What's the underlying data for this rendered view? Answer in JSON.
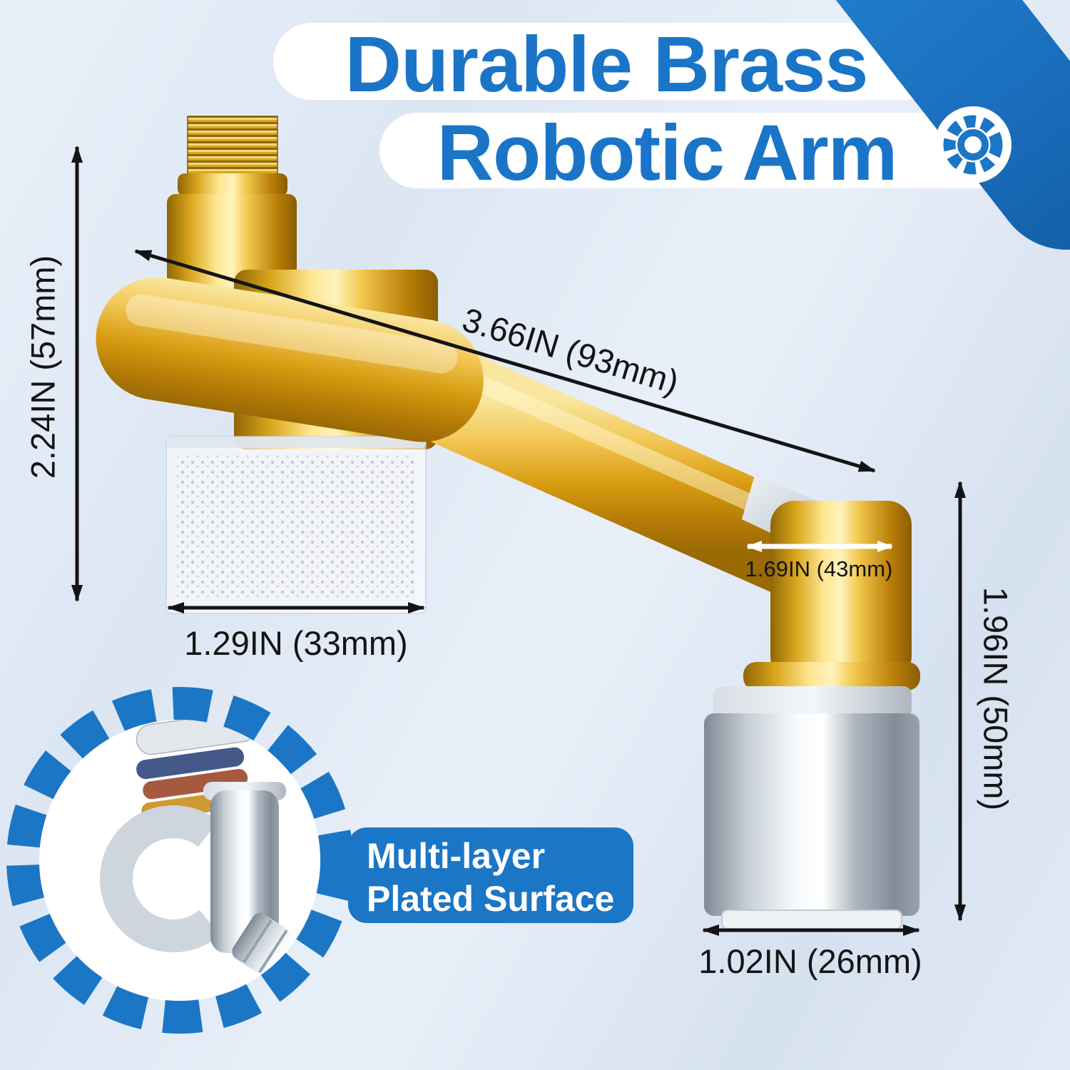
{
  "title": {
    "line1": "Durable Brass",
    "line2": "Robotic Arm"
  },
  "dimensions": {
    "height": "2.24IN (57mm)",
    "length": "3.66IN (93mm)",
    "filter_width": "1.29IN (33mm)",
    "joint_width": "1.69IN (43mm)",
    "sprayer_height": "1.96IN (50mm)",
    "sprayer_width": "1.02IN (26mm)"
  },
  "badge": {
    "line1": "Multi-layer",
    "line2": "Plated Surface"
  },
  "icons": {
    "title_gear": "gear-icon",
    "badge_ring": "gear-ring-icon"
  },
  "colors": {
    "accent_blue": "#1b76c5",
    "background_blue": "#dde7f3",
    "brass_gold": "#e0a519",
    "chrome_silver": "#c9d1d9",
    "arrow_black": "#141414"
  }
}
